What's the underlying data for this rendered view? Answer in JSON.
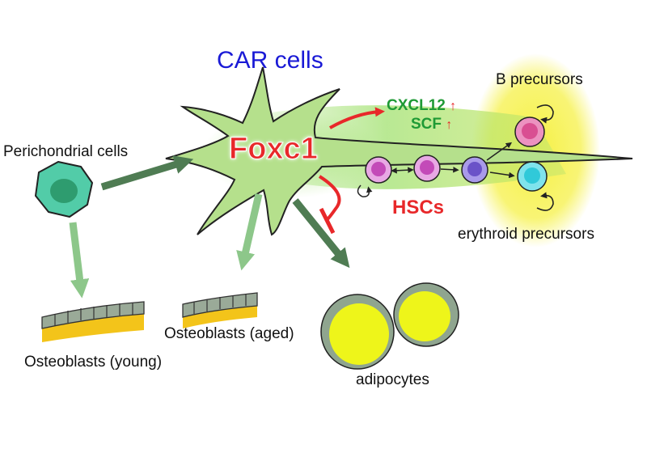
{
  "labels": {
    "car_cells": "CAR cells",
    "foxc1": "Foxc1",
    "cxcl12": "CXCL12",
    "scf": "SCF",
    "up_arrow": "↑",
    "hscs": "HSCs",
    "b_precursors": "B precursors",
    "erythroid_precursors": "erythroid precursors",
    "perichondrial_cells": "Perichondrial cells",
    "osteoblasts_aged": "Osteoblasts (aged)",
    "osteoblasts_young": "Osteoblasts (young)",
    "adipocytes": "adipocytes"
  },
  "colors": {
    "car_cell_fill": "#b5e08c",
    "car_cell_outline": "#222222",
    "foxc1_text": "#e8282a",
    "title_blue": "#1a1ad6",
    "cytokine_green": "#1f9a35",
    "hsc_pink": "#e8a8e4",
    "hsc_violet": "#8a74de",
    "b_precursor": "#d94f92",
    "erythroid_precursor": "#30c9d9",
    "niche_glow": "#f5f03a",
    "perichondrial_cell": "#52cca8",
    "adipocyte_fill": "#eef51a",
    "arrow_dark_green": "#4f7c53",
    "arrow_light_green": "#8dc78a",
    "inhibition_red": "#e8282a"
  }
}
